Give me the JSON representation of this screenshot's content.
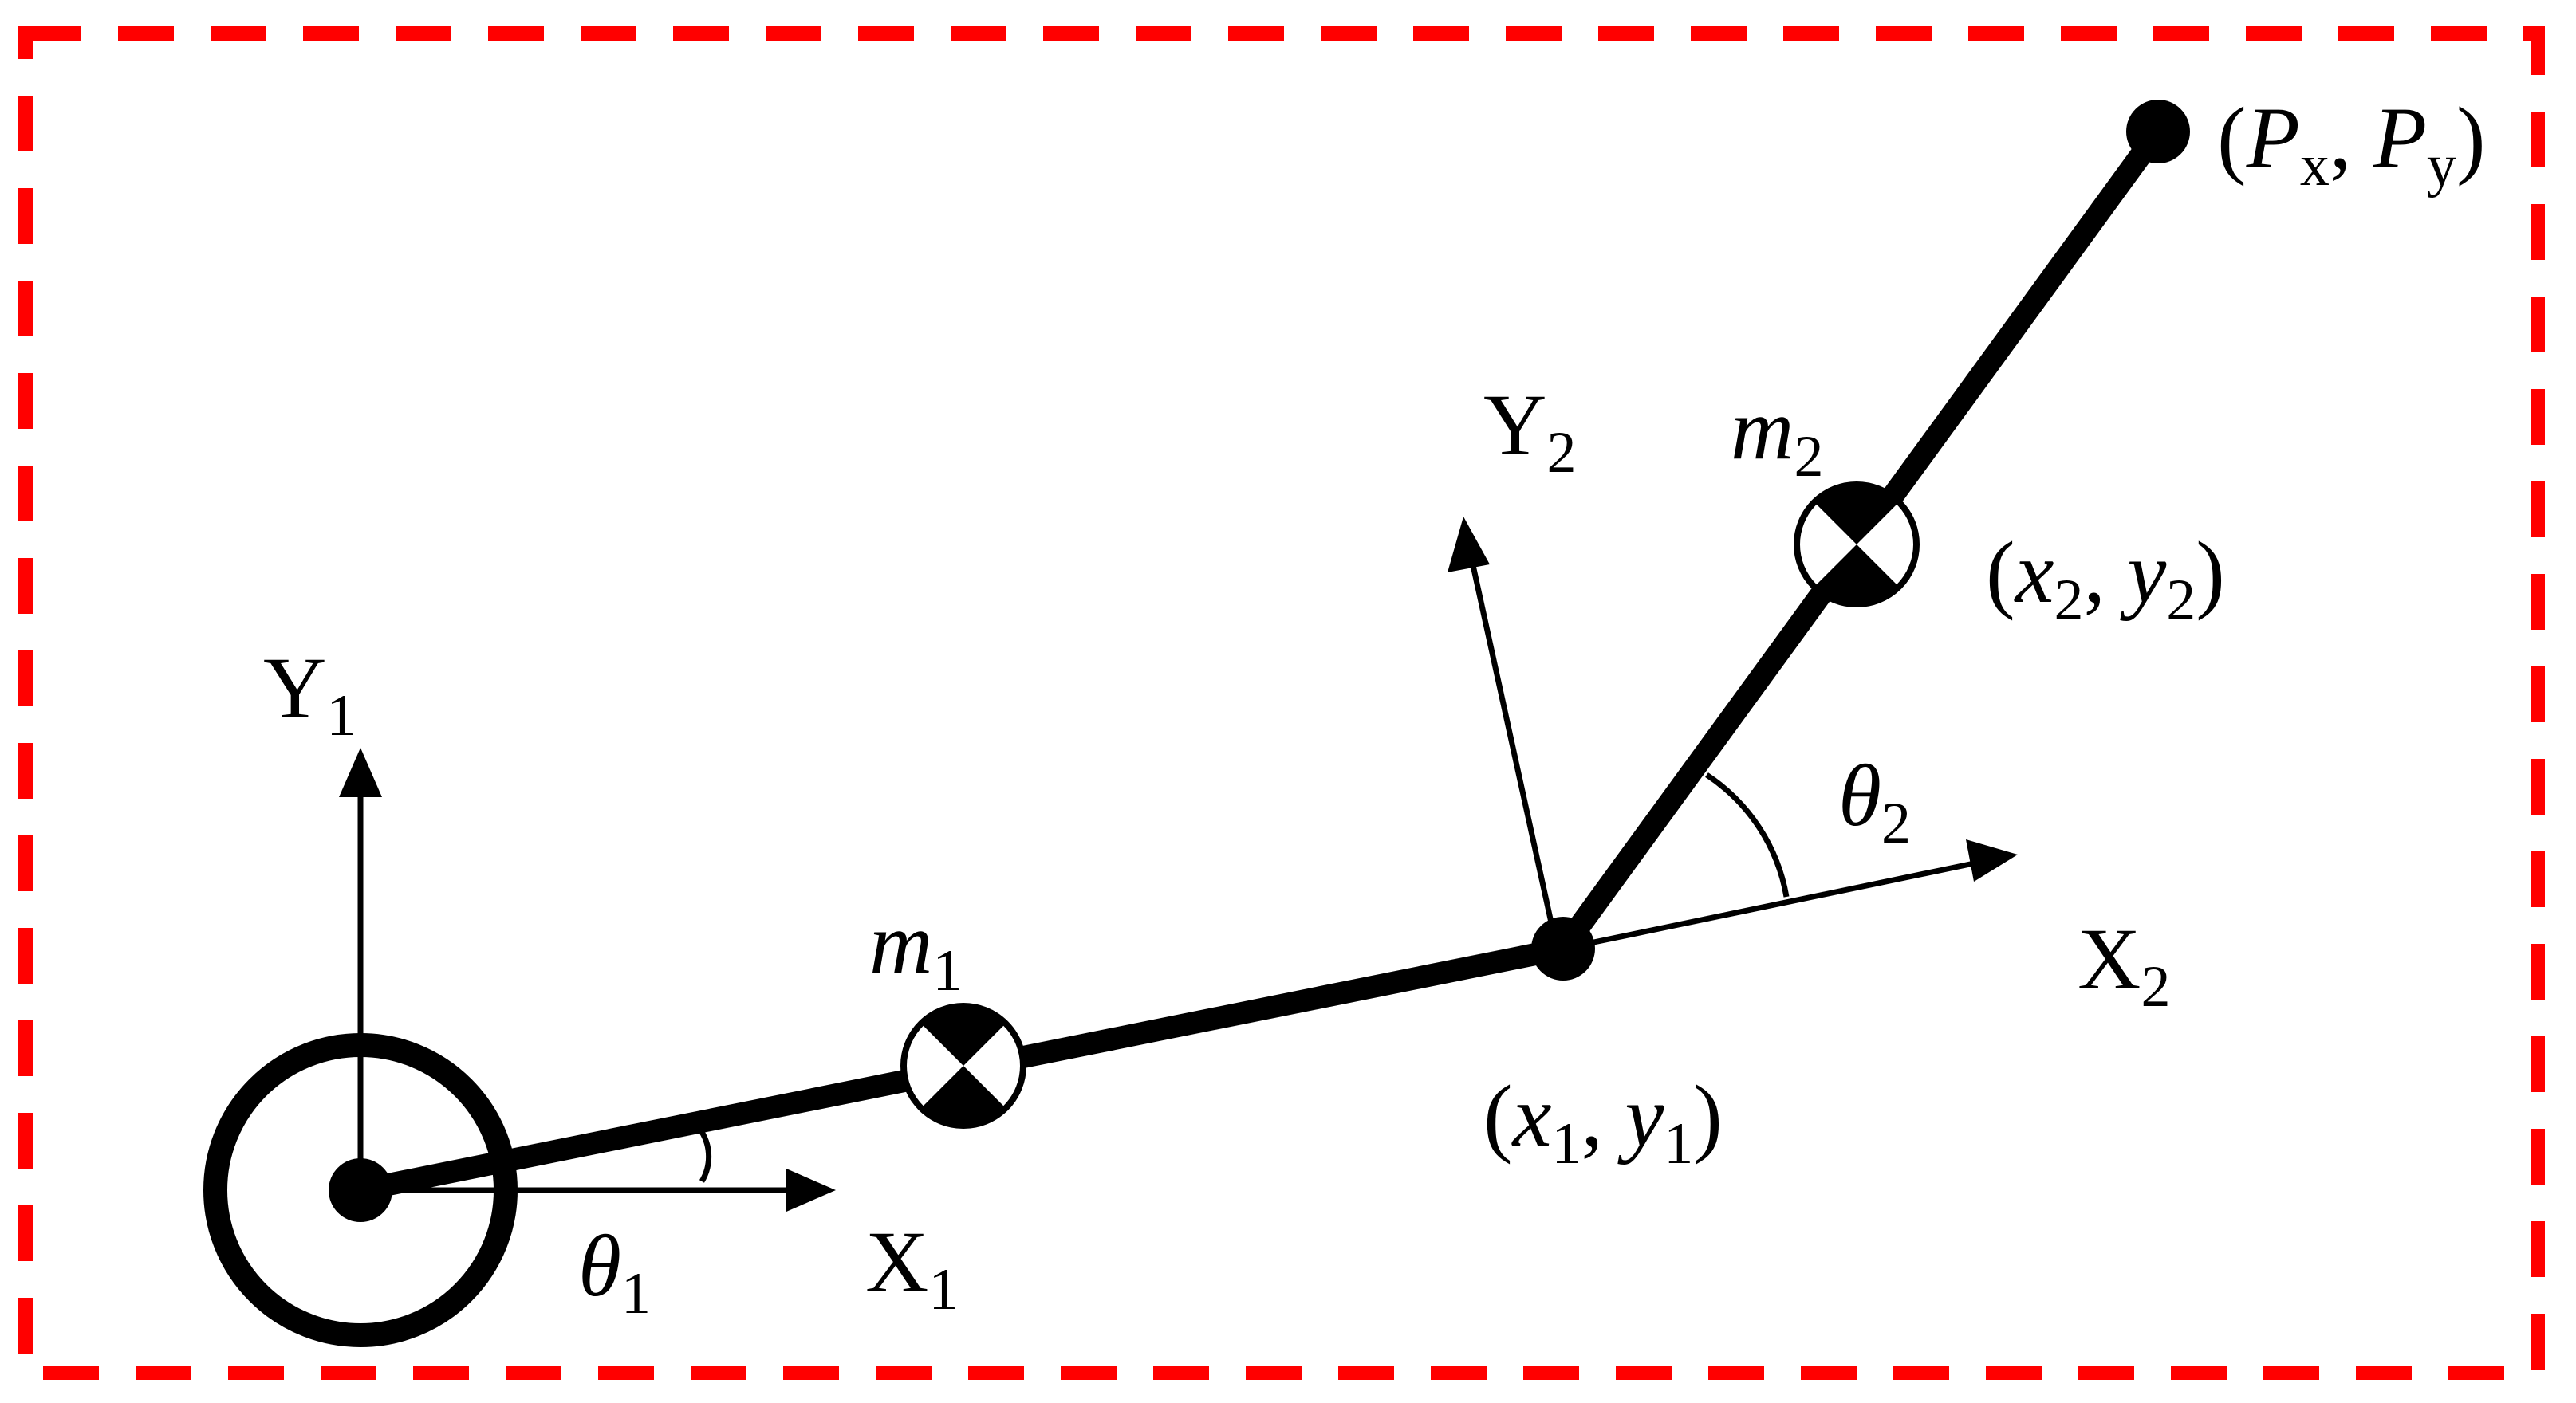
{
  "colors": {
    "border": "#ff0000",
    "ink": "#000000",
    "background": "#ffffff"
  },
  "labels": {
    "y1": {
      "main": "Y",
      "sub": "1"
    },
    "x1": {
      "main": "X",
      "sub": "1"
    },
    "theta1": {
      "main": "θ",
      "sub": "1"
    },
    "m1": {
      "main": "m",
      "sub": "1"
    },
    "joint1": {
      "open": "(",
      "a": "x",
      "a_sub": "1",
      "sep": ", ",
      "b": "y",
      "b_sub": "1",
      "close": ")"
    },
    "y2": {
      "main": "Y",
      "sub": "2"
    },
    "x2": {
      "main": "X",
      "sub": "2"
    },
    "theta2": {
      "main": "θ",
      "sub": "2"
    },
    "m2": {
      "main": "m",
      "sub": "2"
    },
    "mass2_point": {
      "open": "(",
      "a": "x",
      "a_sub": "2",
      "sep": ", ",
      "b": "y",
      "b_sub": "2",
      "close": ")"
    },
    "end_effector": {
      "open": "(",
      "a": "P",
      "a_sub": "x",
      "sep": ", ",
      "b": "P",
      "b_sub": "y",
      "close": ")"
    }
  },
  "icons": {
    "base_joint": "base-joint-circle-icon",
    "mass_marker": "center-of-mass-icon",
    "joint": "joint-dot-icon"
  }
}
